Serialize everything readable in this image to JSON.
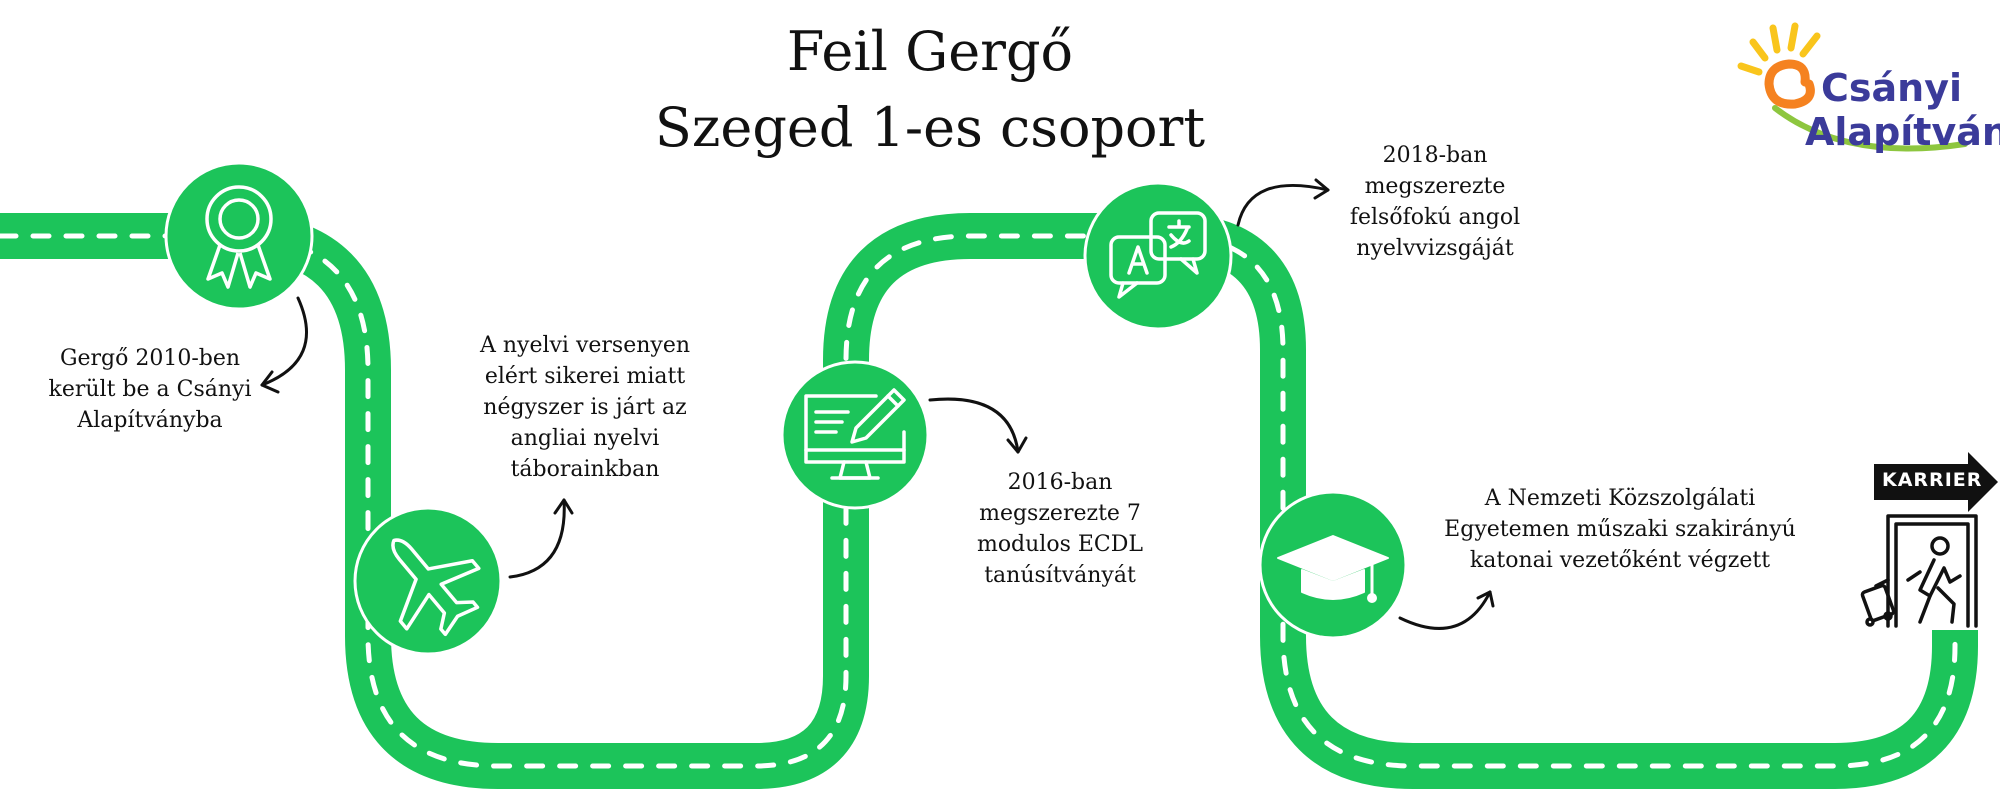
{
  "title": {
    "line1": "Feil Gergő",
    "line2": "Szeged 1-es csoport"
  },
  "logo": {
    "line1": "Csányi",
    "line2": "Alapítvány"
  },
  "milestones": [
    {
      "icon": "award-ribbon-icon",
      "lines": [
        "Gergő 2010-ben",
        "került be a Csányi",
        "Alapítványba"
      ]
    },
    {
      "icon": "airplane-icon",
      "lines": [
        "A nyelvi versenyen",
        "elért sikerei miatt",
        "négyszer is járt az",
        "angliai nyelvi",
        "táborainkban"
      ]
    },
    {
      "icon": "computer-edit-icon",
      "lines": [
        "2016-ban",
        "megszerezte 7",
        "modulos ECDL",
        "tanúsítványát"
      ]
    },
    {
      "icon": "translation-chat-icon",
      "lines": [
        "2018-ban",
        "megszerezte",
        "felsőfokú angol",
        "nyelvvizsgáját"
      ]
    },
    {
      "icon": "graduation-cap-icon",
      "lines": [
        "A Nemzeti Közszolgálati",
        "Egyetemen műszaki szakirányú",
        "katonai vezetőként végzett"
      ]
    }
  ],
  "end_sign": {
    "label": "KARRIER",
    "icon": "traveler-exit-door-icon"
  },
  "colors": {
    "road": "#1cc45a",
    "dash": "#ffffff",
    "logo_orange": "#f58220",
    "logo_yellow": "#f9c51c",
    "logo_text": "#3b3b9a",
    "logo_swoosh": "#8dc63f"
  }
}
